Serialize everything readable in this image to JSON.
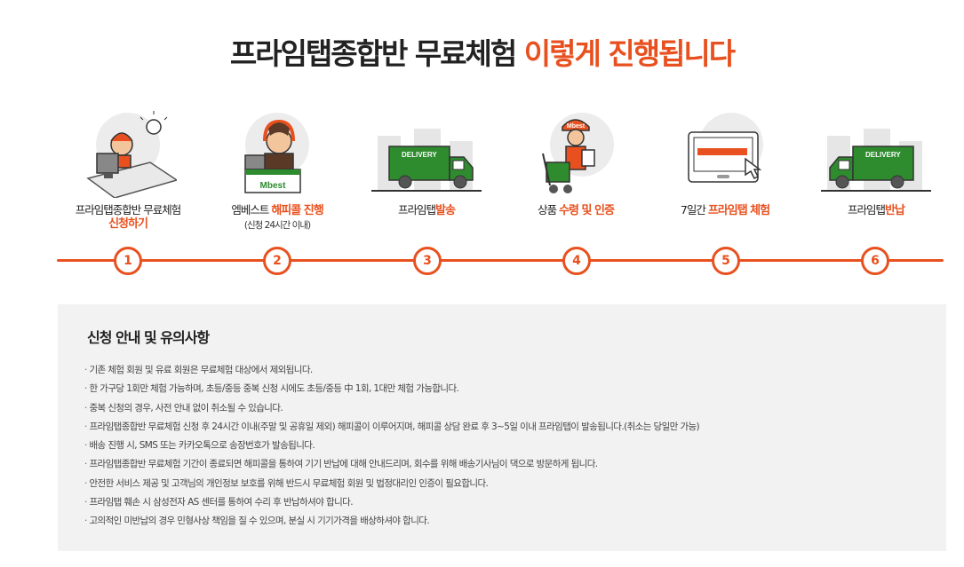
{
  "title": {
    "main": "프라임탭종합반 무료체험",
    "accent": "이렇게 진행됩니다"
  },
  "steps": [
    {
      "number": "1",
      "line1_plain": "프라임탭종합반 무료체험",
      "line2_hl": "신청하기"
    },
    {
      "number": "2",
      "pre": "엠베스트 ",
      "hl": "해피콜 진행",
      "sub": "(신청 24시간 이내)",
      "illus_text": "Mbest"
    },
    {
      "number": "3",
      "pre": "프라임탭",
      "hl": "발송",
      "illus_text": "DELIVERY"
    },
    {
      "number": "4",
      "pre": "상품 ",
      "hl": "수령 및 인증",
      "illus_text": "Mbest"
    },
    {
      "number": "5",
      "pre": "7일간 ",
      "hl": "프라임탭 체험"
    },
    {
      "number": "6",
      "pre": "프라임탭",
      "hl": "반납",
      "illus_text": "DELIVERY"
    }
  ],
  "notice": {
    "heading": "신청 안내 및 유의사항",
    "items": [
      "기존 체험 회원 및 유료 회원은 무료체험 대상에서 제외됩니다.",
      "한 가구당 1회만 체험 가능하며, 초등/중등 중복 신청 시에도 초등/중등 中 1회, 1대만 체험 가능합니다.",
      "중복 신청의 경우, 사전 안내 없이 취소될 수 있습니다.",
      "프라임탭종합반 무료체험 신청 후 24시간 이내(주말 및 공휴일 제외) 해피콜이 이루어지며, 해피콜 상담 완료 후 3~5일 이내 프라임탭이 발송됩니다.(취소는 당일만 가능)",
      "배송 진행 시, SMS 또는 카카오톡으로 송장번호가 발송됩니다.",
      "프라임탭종합반 무료체험 기간이 종료되면 해피콜을 통하여 기기 반납에 대해 안내드리며, 회수를 위해 배송기사님이 댁으로 방문하게 됩니다.",
      "안전한 서비스 제공 및 고객님의 개인정보 보호를 위해 반드시 무료체험 회원 및 법정대리인 인증이 필요합니다.",
      "프라임탭 훼손 시 삼성전자 AS 센터를 통하여 수리 후 반납하셔야 합니다.",
      "고의적인 미반납의 경우 민형사상 책임을 질 수 있으며, 분실 시 기기가격을 배상하셔야 합니다."
    ]
  },
  "colors": {
    "accent": "#e8511f",
    "truck": "#2e8b2e",
    "panel": "#f2f2f2"
  }
}
